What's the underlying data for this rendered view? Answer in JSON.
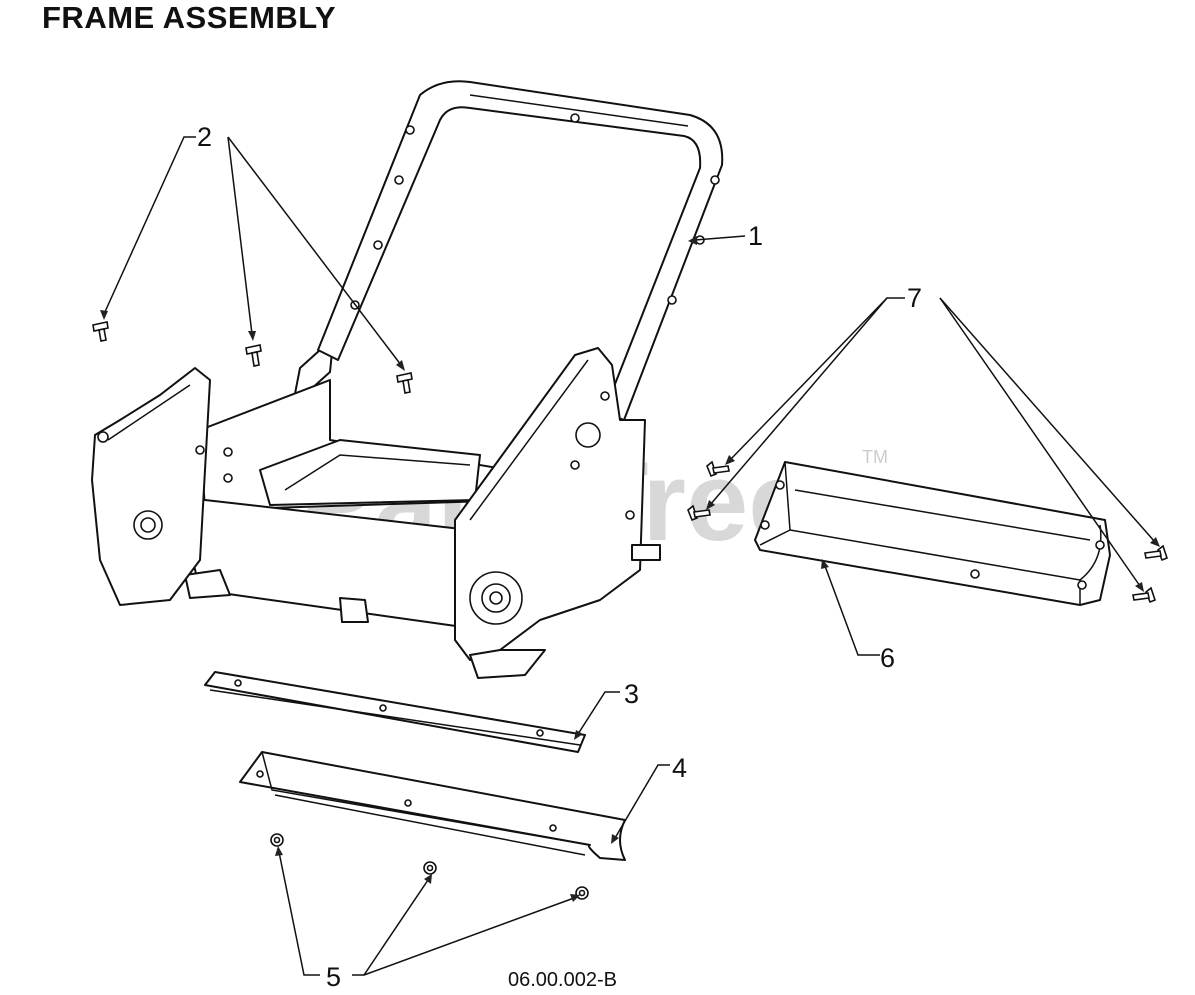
{
  "title": "FRAME ASSEMBLY",
  "drawing_number": "06.00.002-B",
  "watermark": {
    "text": "PartsTree",
    "trademark": "TM"
  },
  "callouts": [
    {
      "id": "1",
      "label": "1",
      "part": "handle-frame"
    },
    {
      "id": "2",
      "label": "2",
      "part": "bolts"
    },
    {
      "id": "3",
      "label": "3",
      "part": "bar"
    },
    {
      "id": "4",
      "label": "4",
      "part": "shave-plate"
    },
    {
      "id": "5",
      "label": "5",
      "part": "nuts"
    },
    {
      "id": "6",
      "label": "6",
      "part": "chute-housing"
    },
    {
      "id": "7",
      "label": "7",
      "part": "screws"
    }
  ],
  "colors": {
    "line": "#111111",
    "paper": "#ffffff",
    "watermark": "#9a9a9a"
  }
}
